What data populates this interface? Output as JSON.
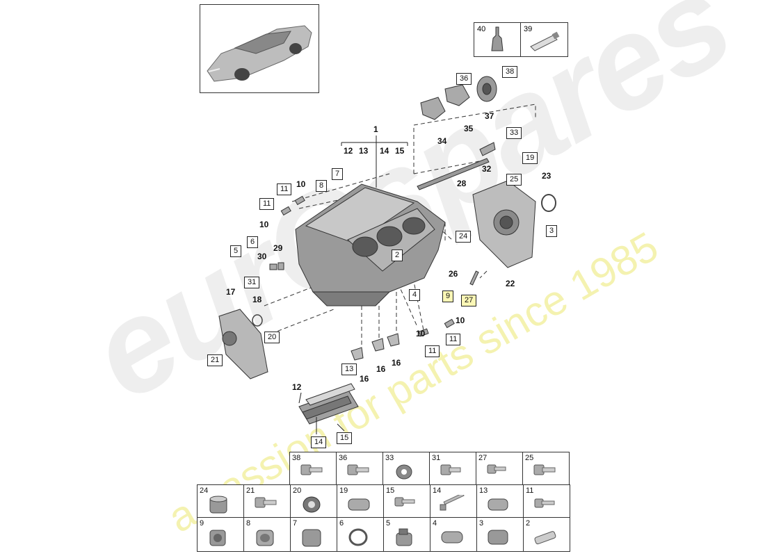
{
  "watermark": {
    "logo": "eurOspares",
    "tagline": "a passion for parts since 1985"
  },
  "tools_box": {
    "cells": [
      "40",
      "39"
    ]
  },
  "callouts": {
    "bracket_1": "1",
    "bracket_sub": [
      "12",
      "13",
      "14",
      "15"
    ],
    "c2": "2",
    "c3": "3",
    "c4": "4",
    "c5": "5",
    "c6": "6",
    "c7": "7",
    "c8": "8",
    "c9": "9",
    "c10a": "10",
    "c10b": "10",
    "c10c": "10",
    "c10d": "10",
    "c11a": "11",
    "c11b": "11",
    "c11c": "11",
    "c11d": "11",
    "c12": "12",
    "c13": "13",
    "c14": "14",
    "c15": "15",
    "c16a": "16",
    "c16b": "16",
    "c16c": "16",
    "c17": "17",
    "c18": "18",
    "c19": "19",
    "c20": "20",
    "c21": "21",
    "c22": "22",
    "c23": "23",
    "c24": "24",
    "c25": "25",
    "c26": "26",
    "c27": "27",
    "c28": "28",
    "c29": "29",
    "c30": "30",
    "c31": "31",
    "c32": "32",
    "c33": "33",
    "c34": "34",
    "c35": "35",
    "c36": "36",
    "c37": "37",
    "c38": "38"
  },
  "parts_grid": {
    "row1": [
      "38",
      "36",
      "33",
      "31",
      "27",
      "25"
    ],
    "row2": [
      "24",
      "21",
      "20",
      "19",
      "15",
      "14",
      "13",
      "11"
    ],
    "row3": [
      "9",
      "8",
      "7",
      "6",
      "5",
      "4",
      "3",
      "2"
    ]
  }
}
